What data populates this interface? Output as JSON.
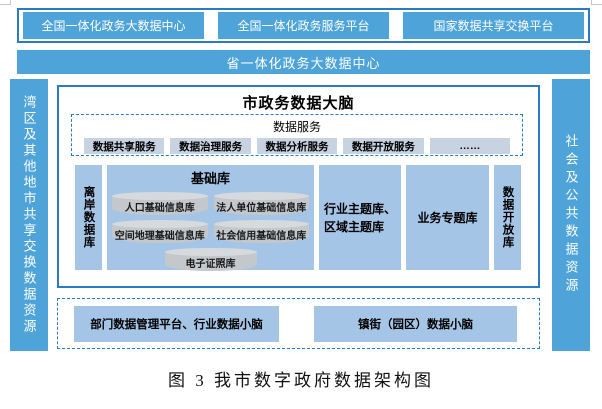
{
  "header": {
    "national_boxes": [
      "全国一体化政务大数据中心",
      "全国一体化政务服务平台",
      "国家数据共享交换平台"
    ],
    "province_bar": "省一体化政务大数据中心"
  },
  "side_bars": {
    "left": "湾区及其他地市共享交换数据资源",
    "right": "社会及公共数据资源"
  },
  "main": {
    "title": "市政务数据大脑",
    "services": {
      "title": "数据服务",
      "items": [
        "数据共享服务",
        "数据治理服务",
        "数据分析服务",
        "数据开放服务",
        "……"
      ]
    },
    "libraries": {
      "offshore": "离岸数据库",
      "base": {
        "title": "基础库",
        "cylinders_row1": [
          "人口基础信息库",
          "法人单位基础信息库"
        ],
        "cylinders_row2": [
          "空间地理基础信息库",
          "社会信用基础信息库"
        ],
        "cylinder_center": "电子证照库"
      },
      "theme_line1": "行业主题库、",
      "theme_line2": "区域主题库",
      "business": "业务专题库",
      "open": "数据开放库"
    }
  },
  "bottom": {
    "box1": "部门数据管理平台、行业数据小脑",
    "box2": "镇街（园区）数据小脑"
  },
  "caption": "图 3 我市数字政府数据架构图",
  "colors": {
    "blue": "#4ea3d8",
    "border_blue": "#2b7bc2",
    "light_blue": "#a5c5e7",
    "service_box": "#c8d3e1",
    "cylinder_body": "#c4c8cc",
    "cylinder_top": "#d7dadd"
  }
}
